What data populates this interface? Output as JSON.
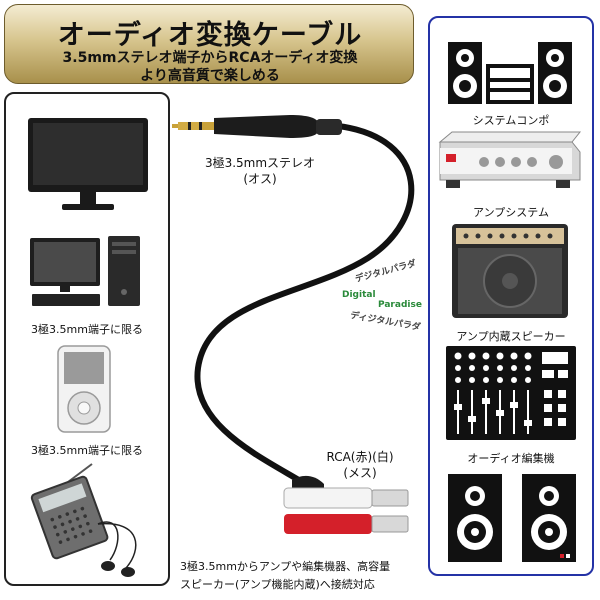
{
  "banner": {
    "title": "オーディオ変換ケーブル",
    "line1": "3.5mmステレオ端子からRCAオーディオ変換",
    "line2": "より高音質で楽しめる"
  },
  "left_panel": {
    "label_pc": "3極3.5mm端子に限る",
    "label_player": "3極3.5mm端子に限る"
  },
  "cable": {
    "plug_label_1": "3極3.5mmステレオ",
    "plug_label_2": "(オス)",
    "rca_label_1": "RCA(赤)(白)",
    "rca_label_2": "(メス)"
  },
  "watermark": {
    "arc_top": "デジタルパラダ",
    "brand_1": "Digital",
    "brand_2": "Paradise",
    "arc_bottom": "ディジタルパラダ"
  },
  "right_panel": {
    "items": [
      {
        "label": "システムコンポ"
      },
      {
        "label": "アンプシステム"
      },
      {
        "label": "アンプ内蔵スピーカー"
      },
      {
        "label": "オーディオ編集機"
      }
    ]
  },
  "footer_note": {
    "line1": "3極3.5mmからアンプや編集機器、高容量",
    "line2": "スピーカー(アンプ機能内蔵)へ接続対応"
  },
  "colors": {
    "banner_border": "#6d5c2c",
    "right_border": "#2432a6",
    "rca_red": "#d4202a",
    "watermark": "#2a8a3a"
  }
}
